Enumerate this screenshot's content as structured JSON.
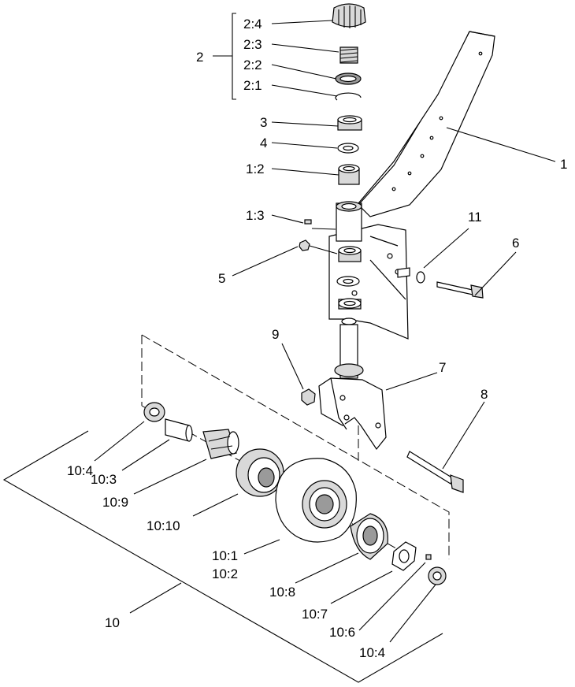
{
  "callouts": {
    "c_2_4": "2:4",
    "c_2_3": "2:3",
    "c_2_2": "2:2",
    "c_2_1": "2:1",
    "c_2": "2",
    "c_3": "3",
    "c_4": "4",
    "c_1_2": "1:2",
    "c_1": "1",
    "c_1_3": "1:3",
    "c_11": "11",
    "c_6": "6",
    "c_5": "5",
    "c_9": "9",
    "c_7": "7",
    "c_8": "8",
    "c_10_4_left": "10:4",
    "c_10_3": "10:3",
    "c_10_9": "10:9",
    "c_10_10": "10:10",
    "c_10_1": "10:1",
    "c_10_2": "10:2",
    "c_10_8": "10:8",
    "c_10_7": "10:7",
    "c_10_6": "10:6",
    "c_10_4_right": "10:4",
    "c_10": "10"
  }
}
